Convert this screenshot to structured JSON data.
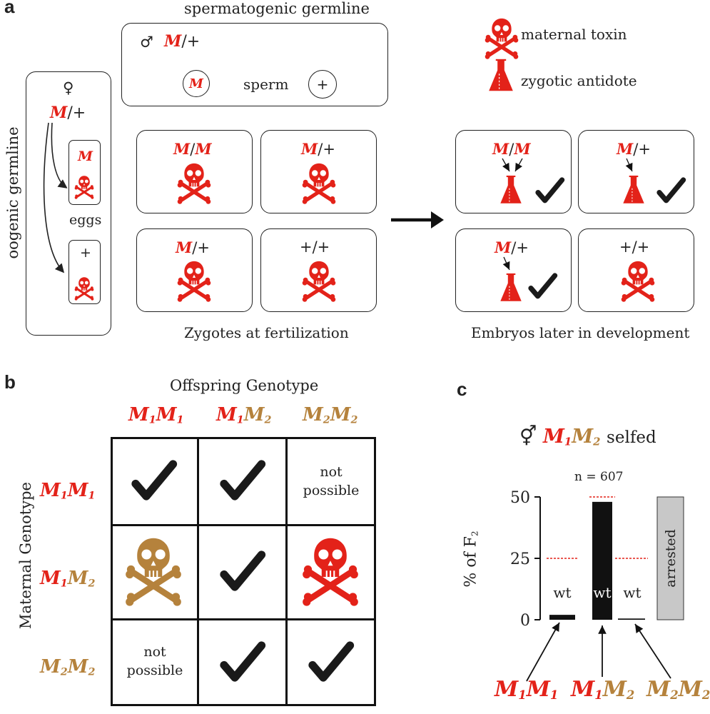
{
  "colors": {
    "m1": "#e32219",
    "m2": "#b5823c",
    "black": "#1a1a1a",
    "grey": "#c8c8c8",
    "toxin": "#e32219"
  },
  "panel_a": {
    "label": "a",
    "sperm_title": "spermatogenic germline",
    "male_symbol": "♂",
    "male_M": "M",
    "male_rest": "/+",
    "sperm_M": "M",
    "sperm_label": "sperm",
    "sperm_plus": "+",
    "female_symbol": "♀",
    "female_M": "M",
    "female_rest": "/+",
    "oogenic_label": "oogenic germline",
    "egg_M": "M",
    "egg_plus": "+",
    "eggs_label": "eggs",
    "legend_toxin": "maternal toxin",
    "legend_antidote": "zygotic antidote",
    "zygotes": [
      {
        "a": "M",
        "sep": "/",
        "b": "M"
      },
      {
        "a": "M",
        "sep": "/+",
        "b": ""
      },
      {
        "a": "M",
        "sep": "/+",
        "b": ""
      },
      {
        "a": "",
        "sep": "+/+",
        "b": ""
      }
    ],
    "embryos": [
      {
        "a": "M",
        "sep": "/",
        "b": "M"
      },
      {
        "a": "M",
        "sep": "/+",
        "b": ""
      },
      {
        "a": "M",
        "sep": "/+",
        "b": ""
      },
      {
        "a": "",
        "sep": "+/+",
        "b": ""
      }
    ],
    "zygotes_caption": "Zygotes at fertilization",
    "embryos_caption": "Embryos later in development"
  },
  "panel_b": {
    "label": "b",
    "top_title": "Offspring Genotype",
    "side_title": "Maternal Genotype",
    "cols": [
      {
        "a": "M",
        "as": "1",
        "b": "M",
        "bs": "1",
        "color": "m1"
      },
      {
        "a": "M",
        "as": "1",
        "b": "M",
        "bs": "2",
        "color": "mix"
      },
      {
        "a": "M",
        "as": "2",
        "b": "M",
        "bs": "2",
        "color": "m2"
      }
    ],
    "rows": [
      {
        "a": "M",
        "as": "1",
        "b": "M",
        "bs": "1",
        "color": "m1"
      },
      {
        "a": "M",
        "as": "1",
        "b": "M",
        "bs": "2",
        "color": "mix"
      },
      {
        "a": "M",
        "as": "2",
        "b": "M",
        "bs": "2",
        "color": "m2"
      }
    ],
    "not_possible_1": "not",
    "not_possible_2": "possible",
    "grid": [
      [
        "check",
        "check",
        "np"
      ],
      [
        "skull-gold",
        "check",
        "skull-red"
      ],
      [
        "np",
        "check",
        "check"
      ]
    ]
  },
  "panel_c": {
    "label": "c",
    "title_symbol": "⚥",
    "title_M1": "M",
    "title_s1": "1",
    "title_M2": "M",
    "title_s2": "2",
    "title_rest": "selfed",
    "n_label": "n = 607",
    "ylabel_a": "% of F",
    "ylabel_sub": "2",
    "yticks": [
      "0",
      "25",
      "50"
    ],
    "wt_label": "wt",
    "arrested_label": "arrested",
    "x_labels": [
      {
        "a": "M",
        "as": "1",
        "b": "M",
        "bs": "1",
        "color": "m1"
      },
      {
        "a": "M",
        "as": "1",
        "b": "M",
        "bs": "2",
        "color": "mix"
      },
      {
        "a": "M",
        "as": "2",
        "b": "M",
        "bs": "2",
        "color": "m2"
      }
    ]
  },
  "chart_data": {
    "type": "bar",
    "categories": [
      "M1M1",
      "M1M2",
      "M2M2",
      "arrested"
    ],
    "values": [
      2,
      48,
      0.5,
      50
    ],
    "expected": [
      25,
      50,
      25
    ],
    "ylim": [
      0,
      50
    ],
    "yticks": [
      0,
      25,
      50
    ],
    "ylabel": "% of F2",
    "title": "M1M2 selfed",
    "annotation": "n = 607"
  }
}
